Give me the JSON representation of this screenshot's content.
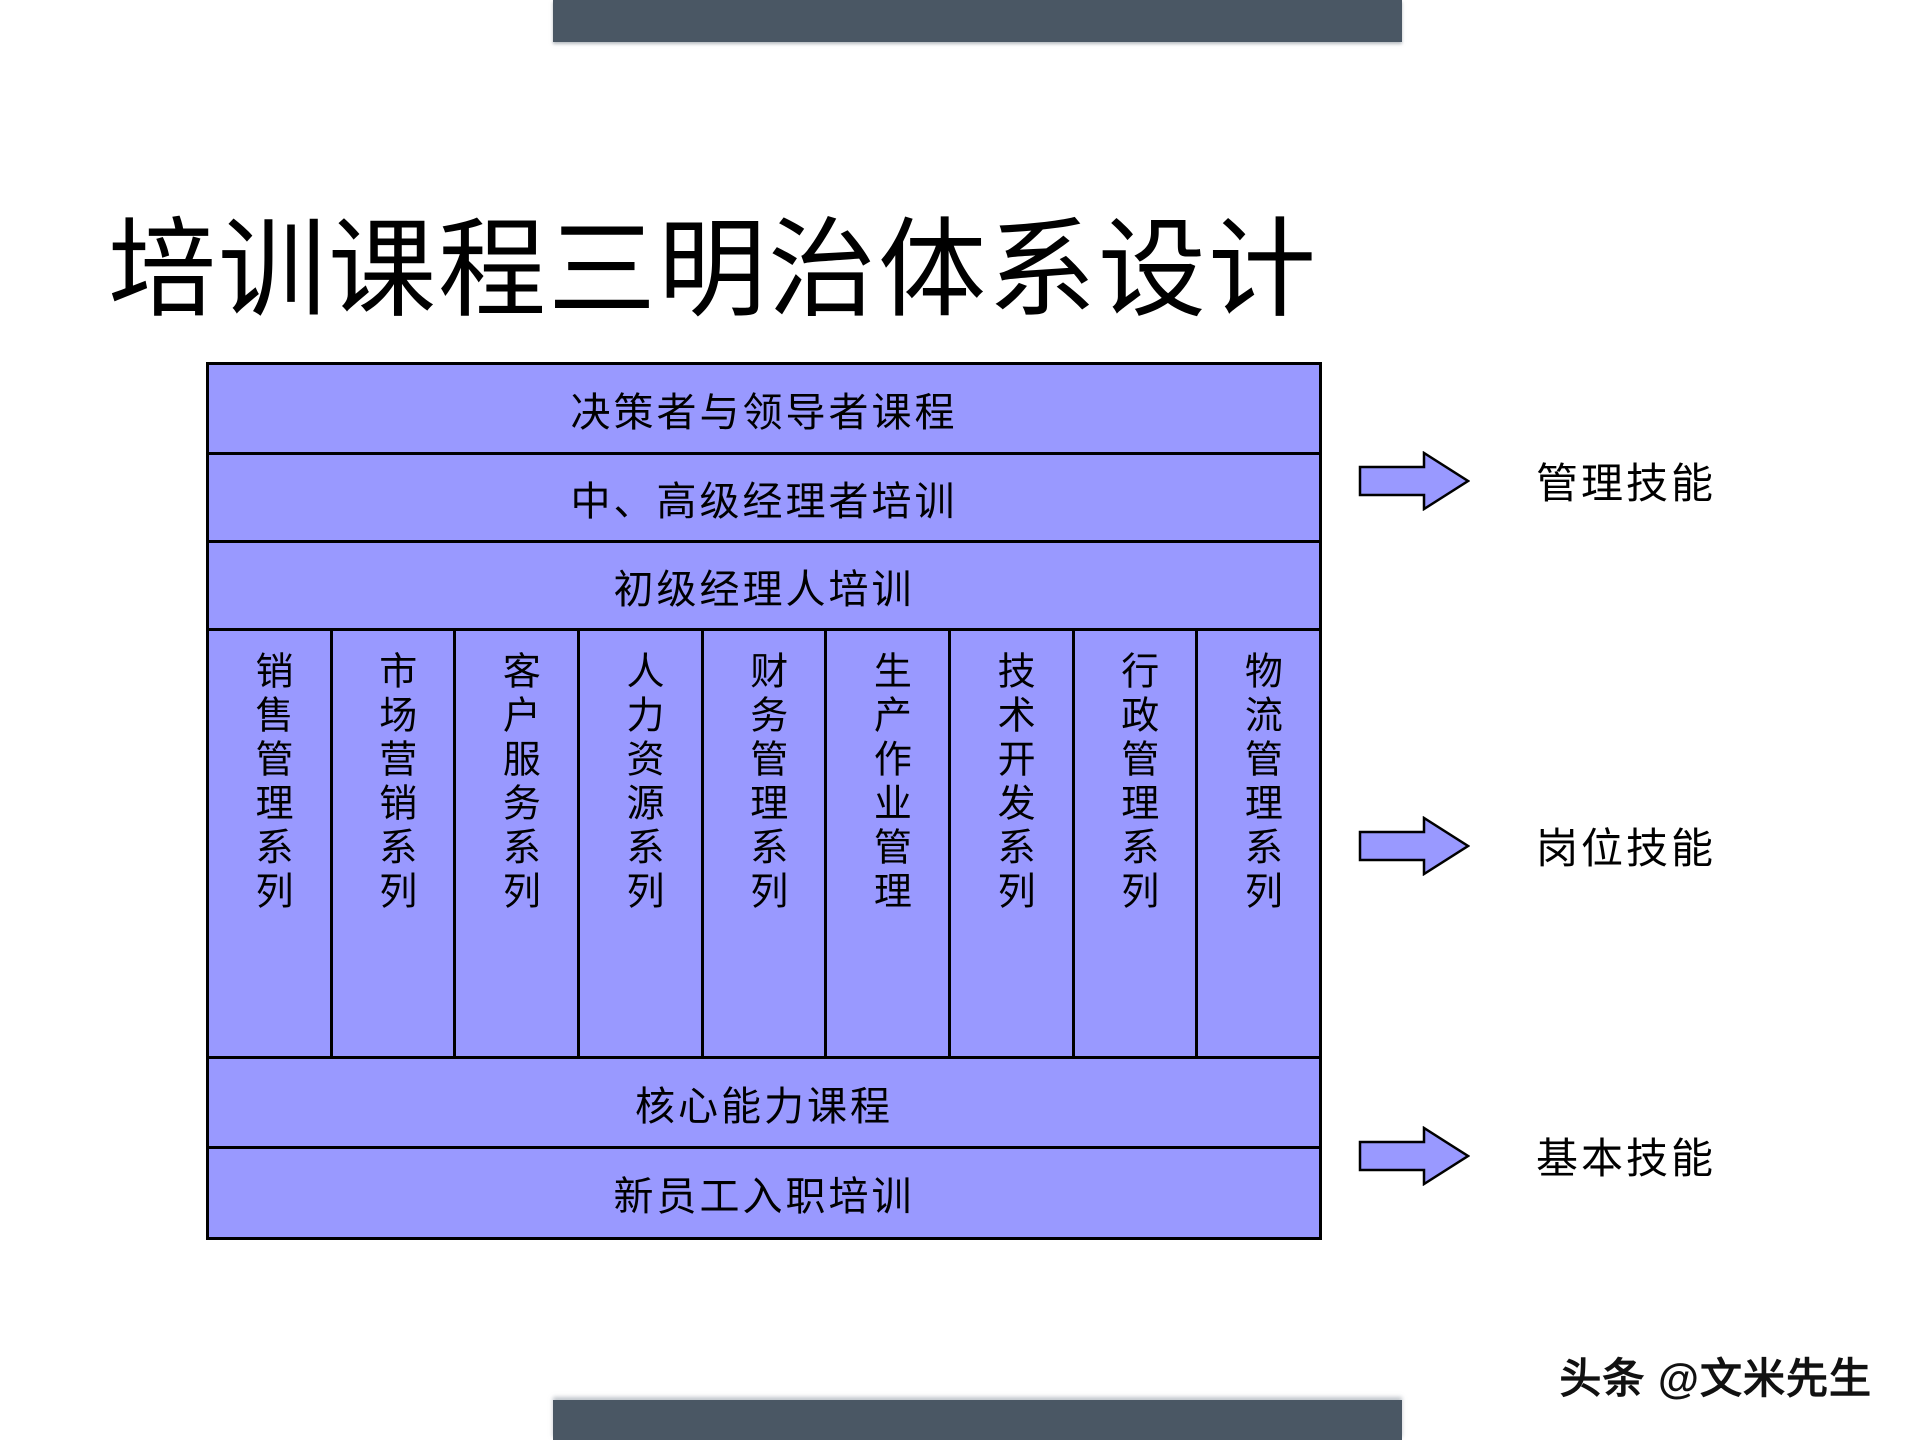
{
  "slide": {
    "title": "培训课程三明治体系设计",
    "accent_color": "#9999FF",
    "border_color": "#000000",
    "banner_color": "#4A5764"
  },
  "diagram": {
    "top_bands": [
      {
        "label": "决策者与领导者课程"
      },
      {
        "label": "中、高级经理者培训"
      },
      {
        "label": "初级经理人培训"
      }
    ],
    "columns": [
      {
        "label": "销售管理系列"
      },
      {
        "label": "市场营销系列"
      },
      {
        "label": "客户服务系列"
      },
      {
        "label": "人力资源系列"
      },
      {
        "label": "财务管理系列"
      },
      {
        "label": "生产作业管理"
      },
      {
        "label": "技术开发系列"
      },
      {
        "label": "行政管理系列"
      },
      {
        "label": "物流管理系列"
      }
    ],
    "bottom_bands": [
      {
        "label": "核心能力课程"
      },
      {
        "label": "新员工入职培训"
      }
    ]
  },
  "callouts": [
    {
      "icon": "right-arrow-icon",
      "label": "管理技能"
    },
    {
      "icon": "right-arrow-icon",
      "label": "岗位技能"
    },
    {
      "icon": "right-arrow-icon",
      "label": "基本技能"
    }
  ],
  "watermark": {
    "text": "头条 @文米先生"
  }
}
